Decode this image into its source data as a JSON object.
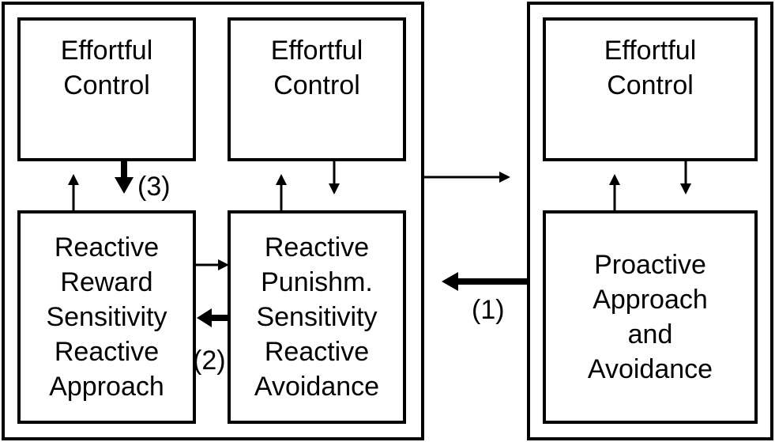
{
  "boxes": {
    "ec_left": {
      "lines": [
        "Effortful",
        "Control"
      ]
    },
    "ec_middle": {
      "lines": [
        "Effortful",
        "Control"
      ]
    },
    "ec_right": {
      "lines": [
        "Effortful",
        "Control"
      ]
    },
    "reactive_reward": {
      "lines": [
        "Reactive",
        "Reward",
        "Sensitivity",
        "Reactive",
        "Approach"
      ]
    },
    "reactive_punishment": {
      "lines": [
        "Reactive",
        "Punishm.",
        "Sensitivity",
        "Reactive",
        "Avoidance"
      ]
    },
    "proactive": {
      "lines": [
        "Proactive",
        "Approach",
        "and",
        "Avoidance"
      ]
    }
  },
  "labels": {
    "path_1": "(1)",
    "path_2": "(2)",
    "path_3": "(3)"
  }
}
